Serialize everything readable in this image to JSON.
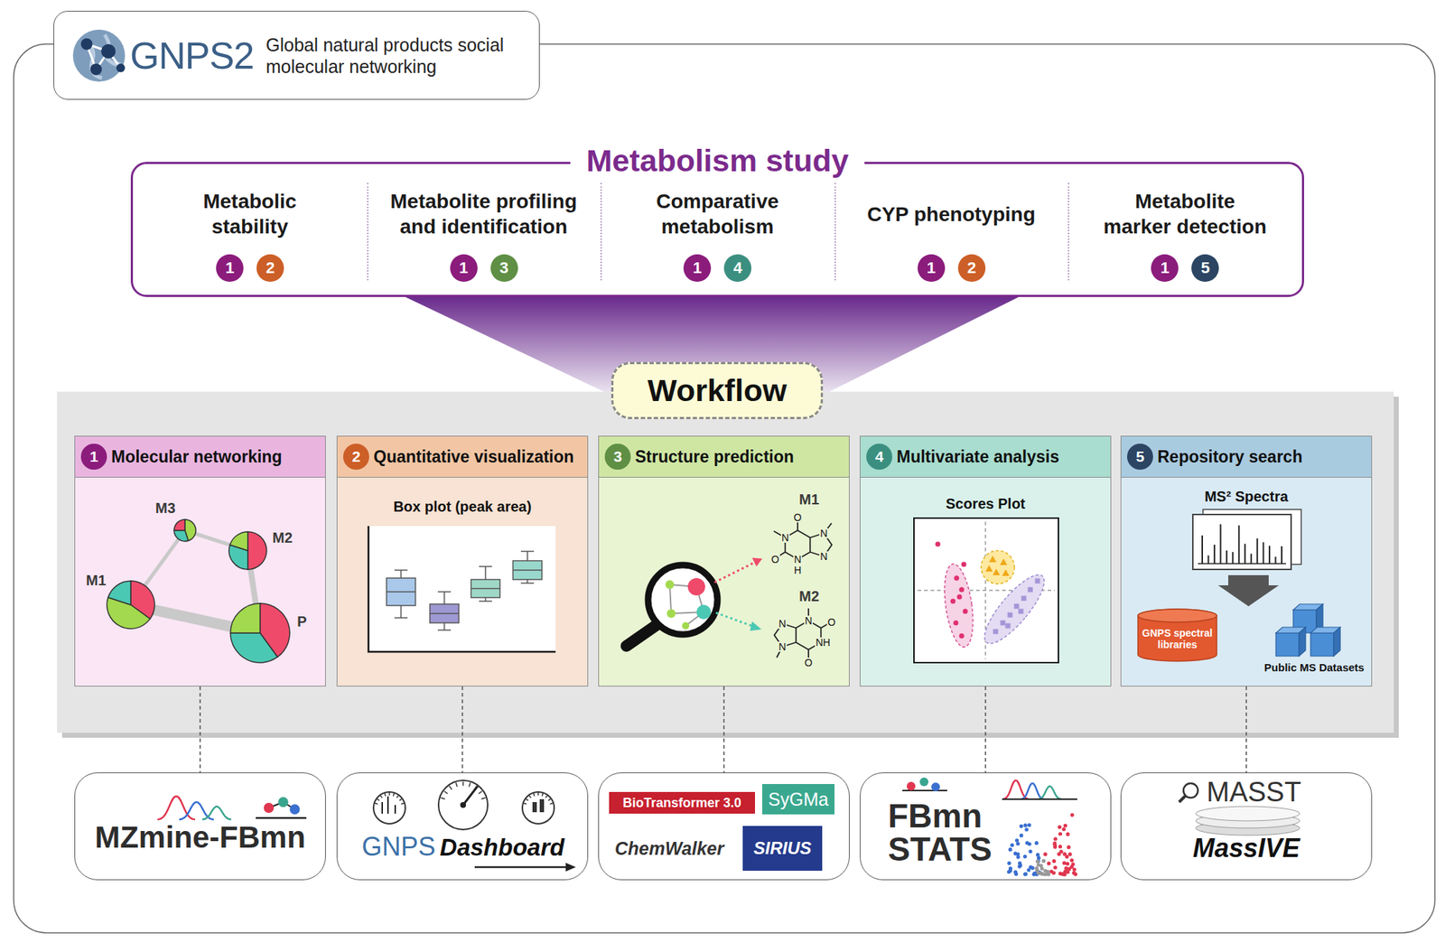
{
  "diagram": {
    "nodes": [
      {
        "text": [
          "GNPS2",
          "Global natural products social molecular networking"
        ]
      },
      {
        "text": [
          "Metabolism study"
        ]
      },
      {
        "text": [
          "Metabolic stability"
        ],
        "in": 1
      },
      {
        "text": [
          "Metabolite profiling and identification"
        ],
        "in": 1
      },
      {
        "text": [
          "Comparative metabolism"
        ],
        "in": 1
      },
      {
        "text": [
          "CYP phenotyping"
        ],
        "in": 1
      },
      {
        "text": [
          "Metabolite marker detection"
        ],
        "in": 1
      },
      {
        "text": [
          "Workflow"
        ]
      },
      {
        "text": [
          "Molecular networking"
        ],
        "in": 7
      },
      {
        "text": [
          "Quantitative visualization",
          "Box plot (peak area)"
        ],
        "in": 7
      },
      {
        "text": [
          "Structure prediction"
        ],
        "in": 7
      },
      {
        "text": [
          "Multivariate analysis",
          "Scores Plot"
        ],
        "in": 7
      },
      {
        "text": [
          "Repository search",
          "MS² Spectra"
        ],
        "in": 7
      },
      {
        "text": [
          "GNPS spectral libraries"
        ],
        "in": 12
      },
      {
        "text": [
          "MZmine-FBmn"
        ]
      },
      {
        "text": [
          "GNPS",
          "Dashboard"
        ]
      },
      {
        "text": [
          "ChemWalker"
        ]
      },
      {
        "text": [
          "BioTransformer 3.0"
        ],
        "in": 16
      },
      {
        "text": [
          "SyGMa"
        ],
        "in": 16
      },
      {
        "text": [
          "SIRIUS"
        ],
        "in": 16
      },
      {
        "text": [
          "FBmn STATS"
        ]
      },
      {
        "text": [
          "MASST",
          "MassIVE"
        ]
      }
    ],
    "edges": [
      {
        "from": 8,
        "to": 14,
        "arrow": "none"
      },
      {
        "from": 9,
        "to": 15,
        "arrow": "none"
      },
      {
        "from": 10,
        "to": 16,
        "arrow": "none"
      },
      {
        "from": 11,
        "to": 20,
        "arrow": "none"
      },
      {
        "from": 12,
        "to": 21,
        "arrow": "none"
      }
    ],
    "labels": [
      "1",
      "2",
      "1",
      "3",
      "1",
      "4",
      "1",
      "2",
      "1",
      "5",
      "1",
      "2",
      "3",
      "4",
      "5",
      "M3",
      "M2",
      "M1",
      "P",
      "M1",
      "M2",
      "O",
      "N",
      "N",
      "O",
      "N",
      "H",
      "N",
      "N",
      "O",
      "NH",
      "O",
      "N",
      "N",
      "Public MS Datasets"
    ]
  }
}
